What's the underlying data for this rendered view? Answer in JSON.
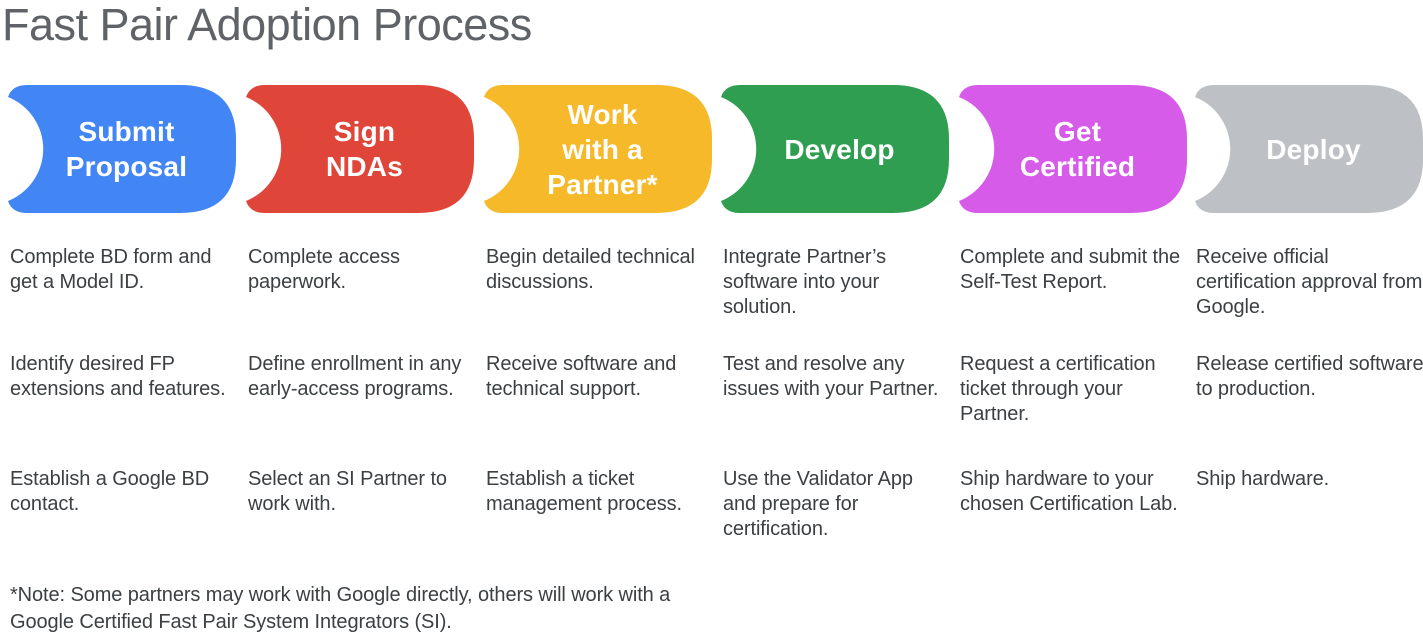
{
  "title": "Fast Pair Adoption Process",
  "steps": [
    {
      "label": "Submit\nProposal",
      "color": "#4285F4",
      "tasks": [
        "Complete BD form and get a Model ID.",
        "Identify desired FP extensions and features.",
        "Establish a Google BD contact."
      ]
    },
    {
      "label": "Sign\nNDAs",
      "color": "#E0453A",
      "tasks": [
        "Complete access paperwork.",
        "Define enrollment in any early-access programs.",
        "Select an SI Partner to work with."
      ]
    },
    {
      "label": "Work\nwith a\nPartner*",
      "color": "#F5B929",
      "tasks": [
        "Begin detailed technical discussions.",
        "Receive software and technical support.",
        "Establish a ticket management process."
      ]
    },
    {
      "label": "Develop",
      "color": "#2F9E50",
      "tasks": [
        "Integrate Partner’s software into your solution.",
        "Test and resolve any issues with your Partner.",
        "Use the Validator App and prepare for certification."
      ]
    },
    {
      "label": "Get\nCertified",
      "color": "#D65BE8",
      "tasks": [
        "Complete and submit the Self-Test Report.",
        "Request a certification ticket through your Partner.",
        "Ship hardware to your chosen Certification Lab."
      ]
    },
    {
      "label": "Deploy",
      "color": "#BDC1C6",
      "tasks": [
        "Receive official certification approval from Google.",
        "Release certified software to production.",
        "Ship hardware."
      ]
    }
  ],
  "note": "*Note: Some partners may work with Google directly, others will work with a Google Certified Fast Pair System Integrators (SI)."
}
